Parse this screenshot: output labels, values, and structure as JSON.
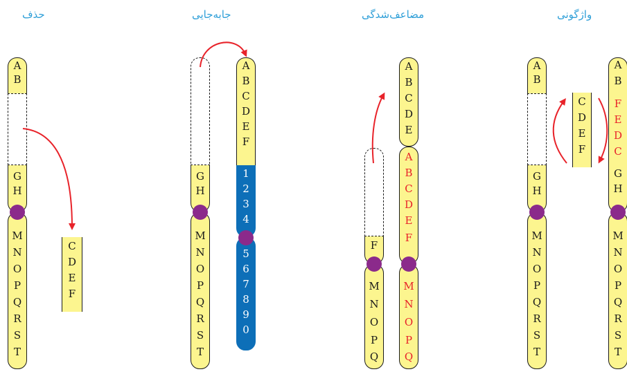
{
  "panels": {
    "deletion": {
      "title": "حذف",
      "chromosome": {
        "top": [
          "A",
          "B"
        ],
        "gap": [],
        "middle": [
          "G",
          "H"
        ],
        "bottom": [
          "M",
          "N",
          "O",
          "P",
          "Q",
          "R",
          "S",
          "T"
        ]
      },
      "fragment": [
        "C",
        "D",
        "E",
        "F"
      ]
    },
    "translocation": {
      "title": "جابه‌جایی",
      "chromosome_left": {
        "top": [],
        "middle": [
          "G",
          "H"
        ],
        "bottom": [
          "M",
          "N",
          "O",
          "P",
          "Q",
          "R",
          "S",
          "T"
        ]
      },
      "chromosome_right": {
        "top": [
          "A",
          "B",
          "C",
          "D",
          "E",
          "F"
        ],
        "blue_top": [
          "1",
          "2",
          "3",
          "4"
        ],
        "blue_bottom": [
          "5",
          "6",
          "7",
          "8",
          "9",
          "0"
        ]
      }
    },
    "duplication": {
      "title": "مضاعف‌شدگی",
      "chromosome_left": {
        "top": [
          "F"
        ],
        "bottom": [
          "M",
          "N",
          "O",
          "P",
          "Q"
        ]
      },
      "chromosome_right": {
        "top": [
          "A",
          "B",
          "C",
          "D",
          "E"
        ],
        "duplicated": [
          "A",
          "B",
          "C",
          "D",
          "E",
          "F"
        ],
        "bottom": [
          "M",
          "N",
          "O",
          "P",
          "Q"
        ]
      }
    },
    "inversion": {
      "title": "واژگونی",
      "chromosome_left": {
        "top": [
          "A",
          "B"
        ],
        "middle": [
          "G",
          "H"
        ],
        "bottom": [
          "M",
          "N",
          "O",
          "P",
          "Q",
          "R",
          "S",
          "T"
        ]
      },
      "fragment": [
        "C",
        "D",
        "E",
        "F"
      ],
      "chromosome_right": {
        "top": [
          "A",
          "B"
        ],
        "inverted": [
          "F",
          "E",
          "D",
          "C"
        ],
        "middle": [
          "G",
          "H"
        ],
        "bottom": [
          "M",
          "N",
          "O",
          "P",
          "Q",
          "R",
          "S",
          "T"
        ]
      }
    }
  },
  "colors": {
    "chromosome_fill": "#fcf58f",
    "outline": "#1a1a1a",
    "centromere": "#8b2a8b",
    "arrow": "#e8232a",
    "swapped_segment": "#0d6fb8",
    "mutated_letters": "#e8232a",
    "title": "#2e9fd8"
  }
}
